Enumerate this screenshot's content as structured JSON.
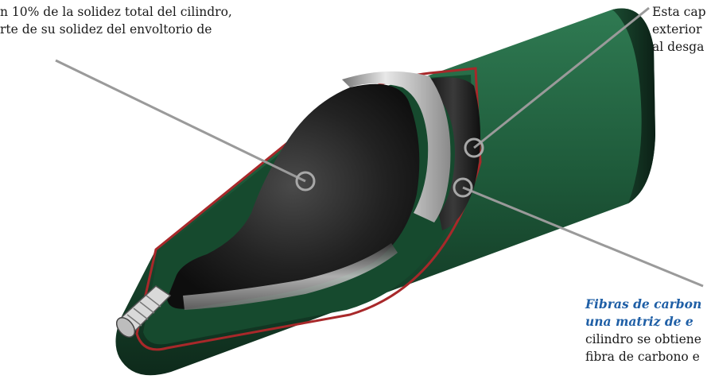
{
  "annotations": {
    "top_left": {
      "lines": [
        "n 10% de la solidez total del cilindro,",
        "rte de su solidez del envoltorio de"
      ]
    },
    "top_right": {
      "lines": [
        "Esta cap",
        "exterior",
        "al desga"
      ]
    },
    "bottom_right": {
      "emphasis_lines": [
        "Fibras de carbon",
        "una matriz de e"
      ],
      "lines": [
        "cilindro se obtiene",
        "fibra de carbono e"
      ]
    }
  },
  "colors": {
    "cylinder_green": "#1e5a3a",
    "liner_red": "#a8282a",
    "inner_band": "#2a2a2a",
    "callout_line": "#9a9a9a",
    "emphasis_text": "#1f5fa6"
  }
}
